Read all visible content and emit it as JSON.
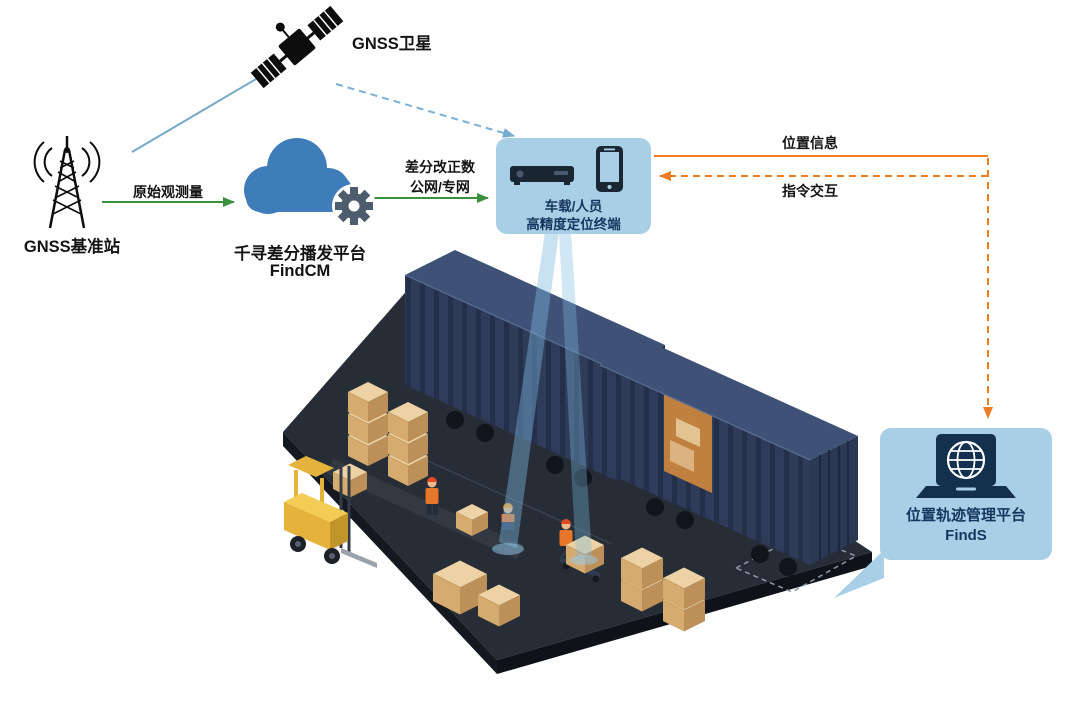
{
  "nodes": {
    "satellite": {
      "label": "GNSS卫星"
    },
    "base_station": {
      "label": "GNSS基准站"
    },
    "cloud": {
      "name": "千寻差分播发平台",
      "product": "FindCM"
    },
    "terminal": {
      "line1": "车载/人员",
      "line2": "高精度定位终端"
    },
    "management": {
      "name": "位置轨迹管理平台",
      "product": "FindS"
    }
  },
  "links": {
    "raw_observation": "原始观测量",
    "correction_line1": "差分改正数",
    "correction_line2": "公网/专网",
    "position_info": "位置信息",
    "command": "指令交互"
  },
  "colors": {
    "panel_blue": "#a9cfe7",
    "cloud_blue": "#3f7cba",
    "arrow_green": "#3c9141",
    "arrow_orange": "#ec7c25",
    "link_blue": "#79b0d4",
    "label_navy": "#14365e",
    "scene_dark": "#262d37",
    "container_navy": "#2e3c5a",
    "box_tan": "#d6ab70",
    "forklift_yellow": "#e5b33b"
  }
}
